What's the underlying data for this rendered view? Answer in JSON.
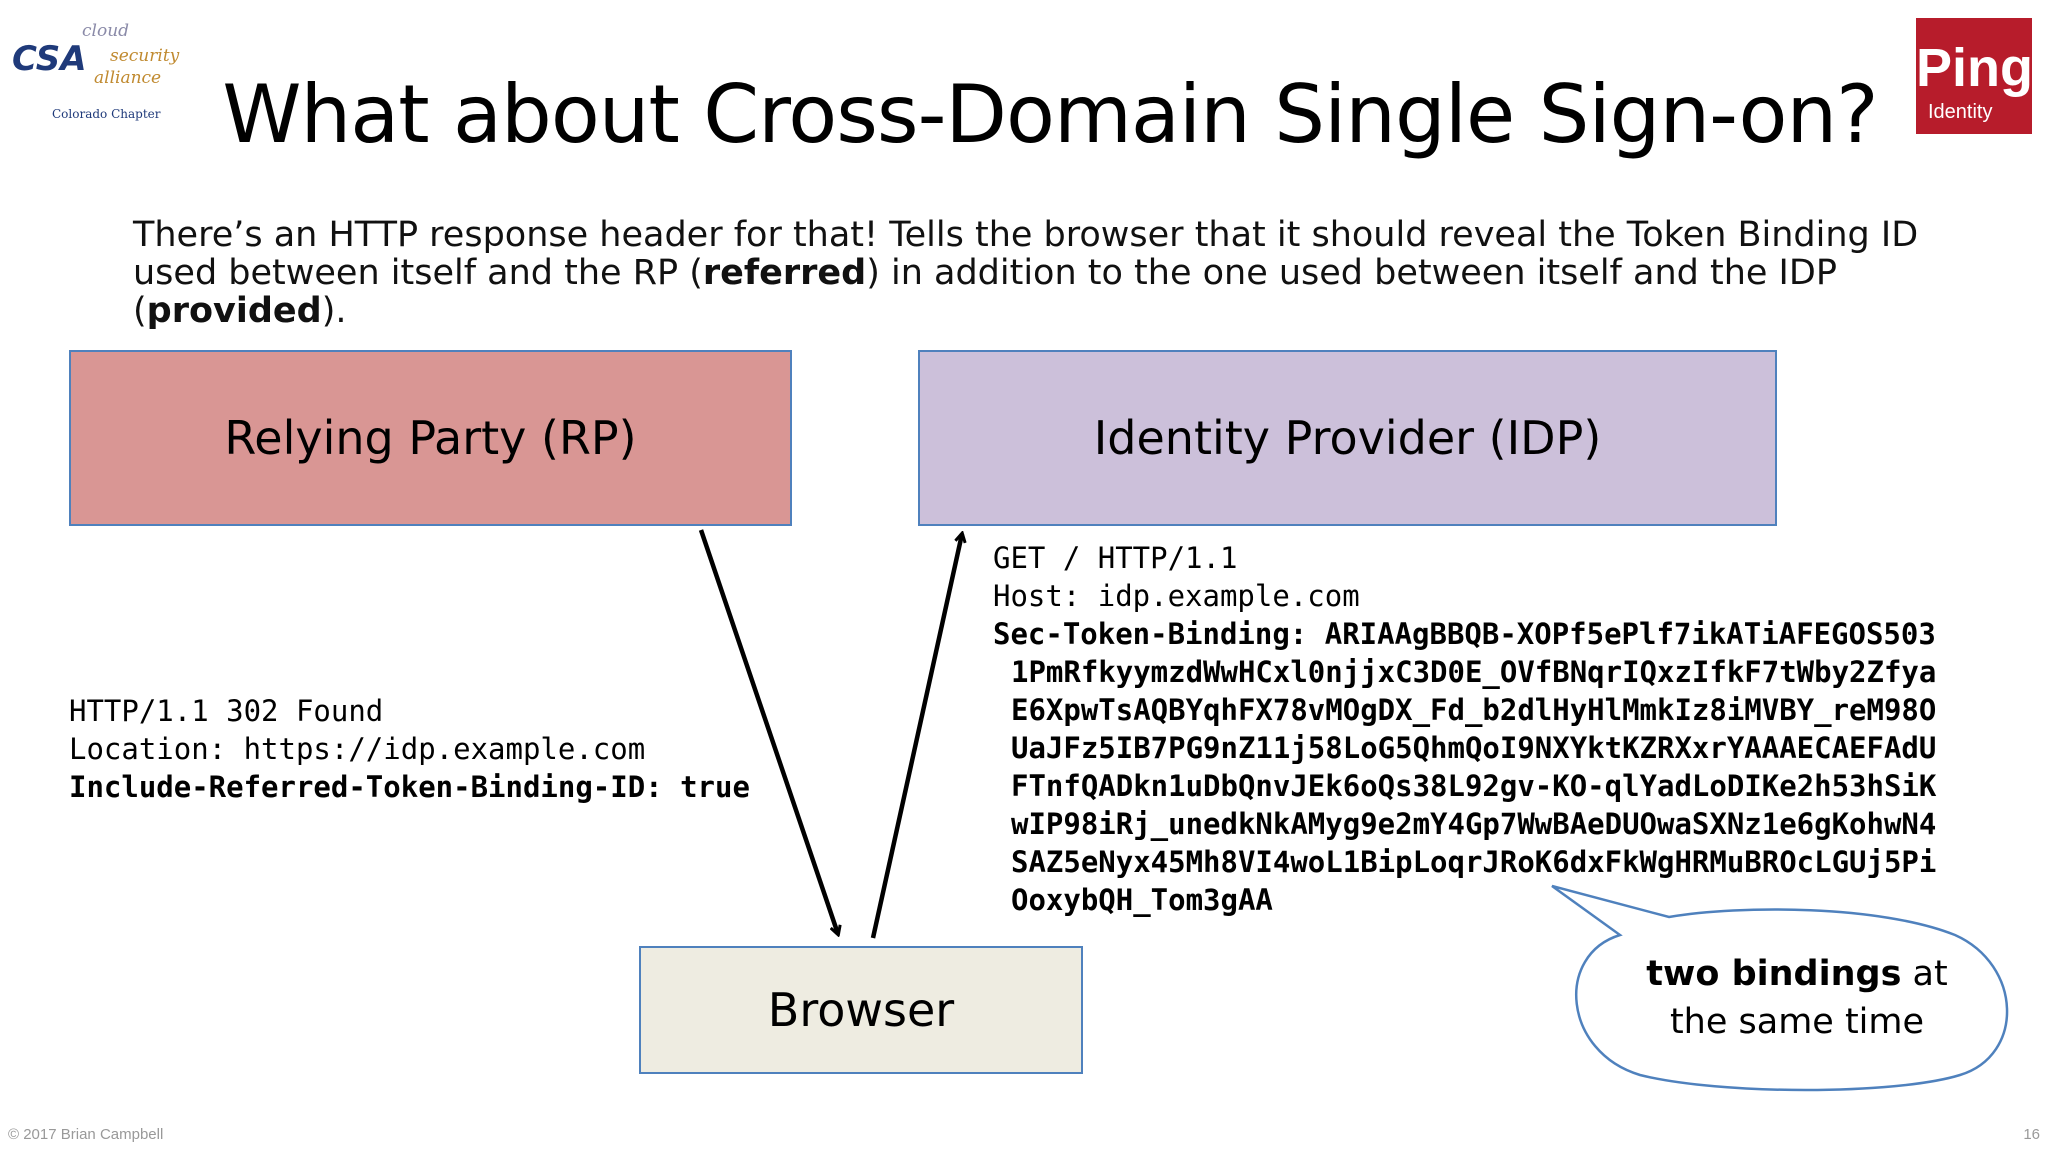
{
  "slide": {
    "title": "What about Cross-Domain Single Sign-on?",
    "intro": {
      "part1": "There’s an HTTP response header for that! Tells the browser that it should reveal the Token Binding ID used between itself and the RP (",
      "bold1": "referred",
      "part2": ") in addition to the one used between itself and the IDP (",
      "bold2": "provided",
      "part3": ")."
    },
    "footer": {
      "copyright": "© 2017 Brian Campbell",
      "page_number": "16"
    }
  },
  "logos": {
    "csa": {
      "line1": "cloud",
      "line2": "CSA",
      "line3": "security",
      "line4": "alliance",
      "line5": "Colorado Chapter"
    },
    "ping": {
      "main": "Ping",
      "sub": "Identity"
    }
  },
  "diagram": {
    "relying_party_label": "Relying Party (RP)",
    "identity_provider_label": "Identity Provider (IDP)",
    "browser_label": "Browser",
    "redirect_response": {
      "status_line": "HTTP/1.1 302 Found",
      "location": "Location: https://idp.example.com",
      "include_header": "Include-Referred-Token-Binding-ID: true"
    },
    "idp_request": {
      "request_line": "GET / HTTP/1.1",
      "host": "Host: idp.example.com",
      "token_header": "Sec-Token-Binding: ARIAAgBBQB-XOPf5ePlf7ikATiAFEGOS503",
      "token_lines": [
        "1PmRfkyymzdWwHCxl0njjxC3D0E_OVfBNqrIQxzIfkF7tWby2Zfya",
        "E6XpwTsAQBYqhFX78vMOgDX_Fd_b2dlHyHlMmkIz8iMVBY_reM98O",
        "UaJFz5IB7PG9nZ11j58LoG5QhmQoI9NXYktKZRXxrYAAAECAEFAdU",
        "FTnfQADkn1uDbQnvJEk6oQs38L92gv-KO-qlYadLoDIKe2h53hSiK",
        "wIP98iRj_unedkNkAMyg9e2mY4Gp7WwBAeDUOwaSXNz1e6gKohwN4",
        "SAZ5eNyx45Mh8VI4woL1BipLoqrJRoK6dxFkWgHRMuBROcLGUj5Pi",
        "OoxybQH_Tom3gAA"
      ]
    },
    "callout": {
      "bold": "two bindings",
      "rest1": " at",
      "line2": "the same time"
    }
  },
  "colors": {
    "rp_fill": "#d99694",
    "idp_fill": "#ccc0da",
    "browser_fill": "#eeece1",
    "box_border": "#4f81bd",
    "callout_border": "#4f81bd",
    "ping_red": "#b71c2b"
  }
}
